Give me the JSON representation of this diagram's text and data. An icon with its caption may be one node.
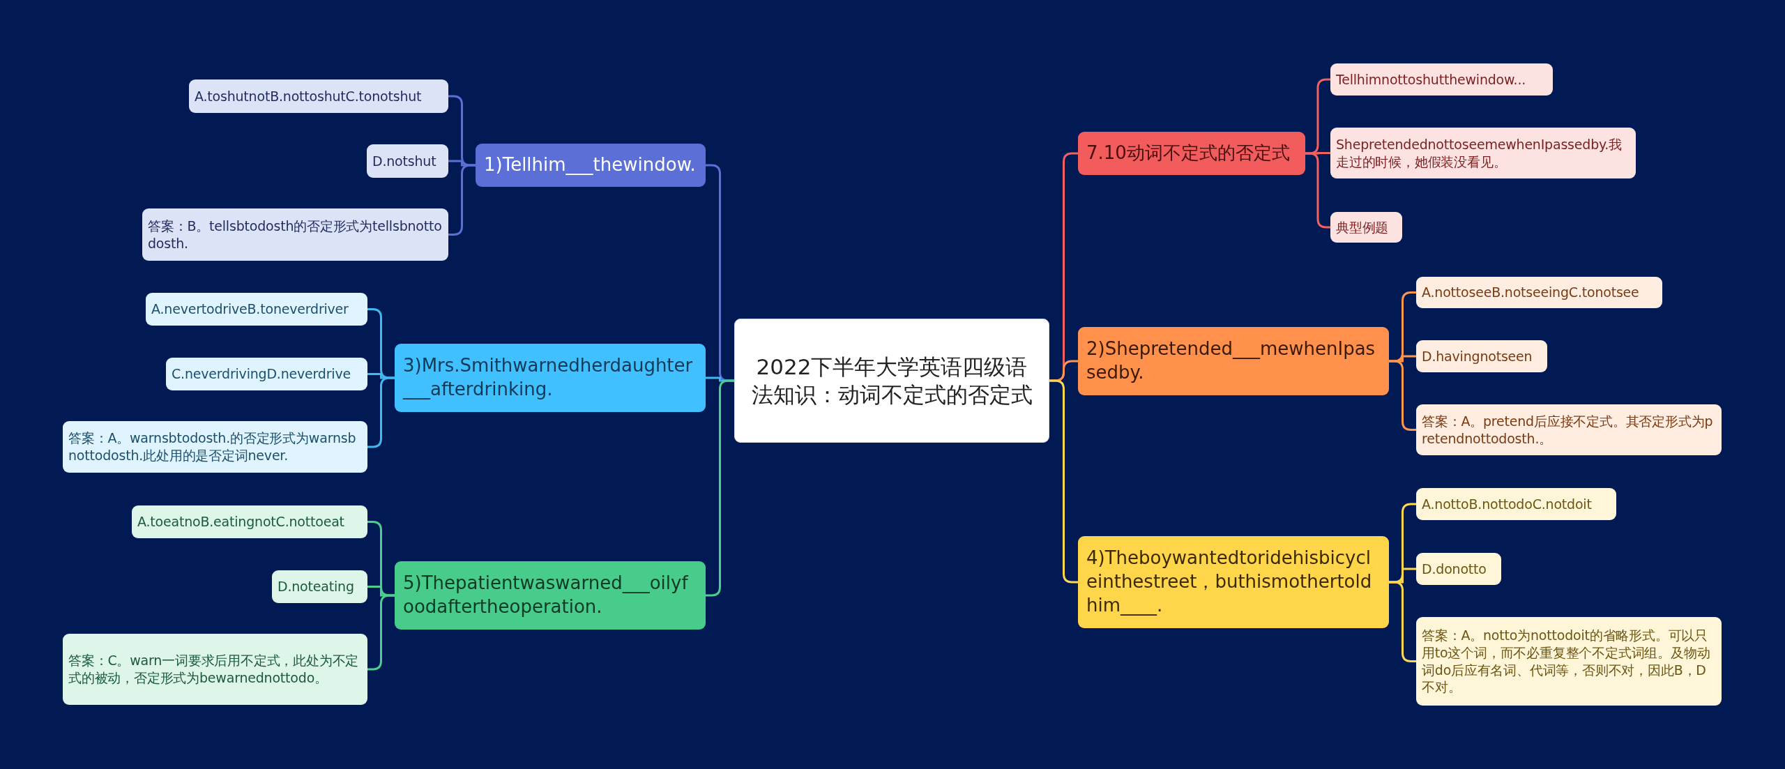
{
  "diagram": {
    "nodes": [
      {
        "text": [
          "2022下半年大学英语四级语法知识：动词不定式的否定式"
        ]
      },
      {
        "text": [
          "1)Tellhim___thewindow."
        ]
      },
      {
        "text": [
          "A.toshutnotB.nottoshutC.tonotshut"
        ]
      },
      {
        "text": [
          "D.notshut"
        ]
      },
      {
        "text": [
          "答案：B。tellsbtodosth的否定形式为tellsbnottodosth."
        ]
      },
      {
        "text": [
          "3)Mrs.Smithwarnedherdaughter___afterdrinking."
        ]
      },
      {
        "text": [
          "A.nevertodriveB.toneverdriver"
        ]
      },
      {
        "text": [
          "C.neverdrivingD.neverdrive"
        ]
      },
      {
        "text": [
          "答案：A。warnsbtodosth.的否定形式为warnsbnottodosth.此处用的是否定词never."
        ]
      },
      {
        "text": [
          "5)Thepatientwaswarned___oilyfoodaftertheoperation."
        ]
      },
      {
        "text": [
          "A.toeatnoB.eatingnotC.nottoeat"
        ]
      },
      {
        "text": [
          "D.noteating"
        ]
      },
      {
        "text": [
          "答案：C。warn一词要求后用不定式，此处为不定式的被动，否定形式为bewarnednottodo。"
        ]
      },
      {
        "text": [
          "7.10动词不定式的否定式"
        ]
      },
      {
        "text": [
          "Tellhimnottoshutthewindow..."
        ]
      },
      {
        "text": [
          "ShepretendednottoseemewhenIpassedby.我走过的时候，她假装没看见。"
        ]
      },
      {
        "text": [
          "典型例题"
        ]
      },
      {
        "text": [
          "2)Shepretended___mewhenIpassedby."
        ]
      },
      {
        "text": [
          "A.nottoseeB.notseeingC.tonotsee"
        ]
      },
      {
        "text": [
          "D.havingnotseen"
        ]
      },
      {
        "text": [
          "答案：A。pretend后应接不定式。其否定形式为pretendnottodosth.。"
        ]
      },
      {
        "text": [
          "4)Theboywantedtoridehisbicycleinthestreet，buthismothertoldhim____."
        ]
      },
      {
        "text": [
          "A.nottoB.nottodoC.notdoit"
        ]
      },
      {
        "text": [
          "D.donotto"
        ]
      },
      {
        "text": [
          "答案：A。notto为nottodoit的省略形式。可以只用to这个词，而不必重复整个不定式词组。及物动词do后应有名词、代词等，否则不对，因此B，D不对。"
        ]
      }
    ],
    "edges": [
      {
        "from": 0,
        "to": 1,
        "arrow": "none",
        "color": "#5b6fd6"
      },
      {
        "from": 1,
        "to": 2,
        "arrow": "none",
        "color": "#5b6fd6"
      },
      {
        "from": 1,
        "to": 3,
        "arrow": "none",
        "color": "#5b6fd6"
      },
      {
        "from": 1,
        "to": 4,
        "arrow": "none",
        "color": "#5b6fd6"
      },
      {
        "from": 0,
        "to": 5,
        "arrow": "none",
        "color": "#42b8f0"
      },
      {
        "from": 5,
        "to": 6,
        "arrow": "none",
        "color": "#42b8f0"
      },
      {
        "from": 5,
        "to": 7,
        "arrow": "none",
        "color": "#42b8f0"
      },
      {
        "from": 5,
        "to": 8,
        "arrow": "none",
        "color": "#42b8f0"
      },
      {
        "from": 0,
        "to": 9,
        "arrow": "none",
        "color": "#4ccf8e"
      },
      {
        "from": 9,
        "to": 10,
        "arrow": "none",
        "color": "#4ccf8e"
      },
      {
        "from": 9,
        "to": 11,
        "arrow": "none",
        "color": "#4ccf8e"
      },
      {
        "from": 9,
        "to": 12,
        "arrow": "none",
        "color": "#4ccf8e"
      },
      {
        "from": 0,
        "to": 13,
        "arrow": "none",
        "color": "#f26060"
      },
      {
        "from": 13,
        "to": 14,
        "arrow": "none",
        "color": "#f26060"
      },
      {
        "from": 13,
        "to": 15,
        "arrow": "none",
        "color": "#f26060"
      },
      {
        "from": 13,
        "to": 16,
        "arrow": "none",
        "color": "#f26060"
      },
      {
        "from": 0,
        "to": 17,
        "arrow": "none",
        "color": "#ff9650"
      },
      {
        "from": 17,
        "to": 18,
        "arrow": "none",
        "color": "#ff9650"
      },
      {
        "from": 17,
        "to": 19,
        "arrow": "none",
        "color": "#ff9650"
      },
      {
        "from": 17,
        "to": 20,
        "arrow": "none",
        "color": "#ff9650"
      },
      {
        "from": 0,
        "to": 21,
        "arrow": "none",
        "color": "#ffd84d"
      },
      {
        "from": 21,
        "to": 22,
        "arrow": "none",
        "color": "#ffd84d"
      },
      {
        "from": 21,
        "to": 23,
        "arrow": "none",
        "color": "#ffd84d"
      },
      {
        "from": 21,
        "to": 24,
        "arrow": "none",
        "color": "#ffd84d"
      }
    ]
  }
}
